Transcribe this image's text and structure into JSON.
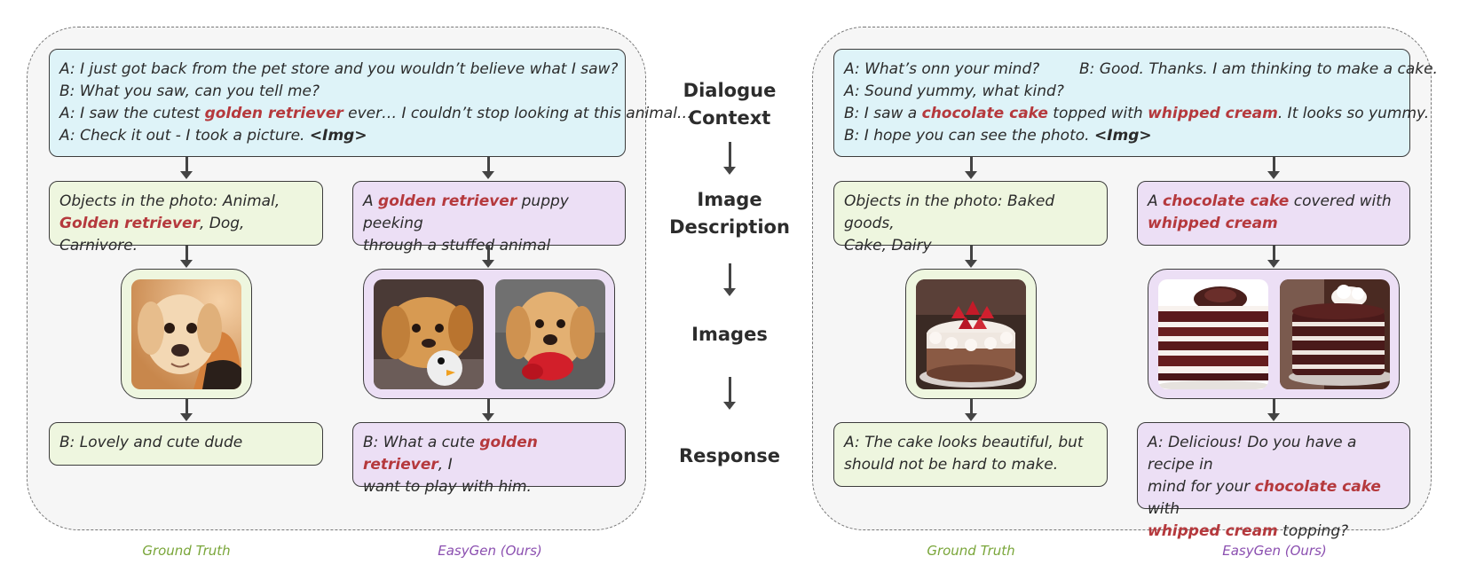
{
  "stages": {
    "dialogue": [
      "Dialogue",
      "Context"
    ],
    "description": [
      "Image",
      "Description"
    ],
    "images": "Images",
    "response": "Response"
  },
  "left": {
    "context": [
      [
        {
          "t": "A: I just got back from the pet store and you wouldn’t believe what I saw?"
        }
      ],
      [
        {
          "t": "B: What you saw, can you tell me?"
        }
      ],
      [
        {
          "t": "A: I saw the cutest "
        },
        {
          "t": "golden retriever",
          "s": "hl"
        },
        {
          "t": " ever… I couldn’t stop looking at this animal…"
        }
      ],
      [
        {
          "t": "A: Check it out - I took a picture. "
        },
        {
          "t": "<Img>",
          "s": "bold"
        }
      ]
    ],
    "gt_description": [
      {
        "t": "Objects in the photo: Animal, "
      },
      {
        "br": true
      },
      {
        "t": "Golden retriever",
        "s": "hl"
      },
      {
        "t": ", Dog, Carnivore."
      }
    ],
    "ours_description": [
      {
        "t": "A "
      },
      {
        "t": "golden retriever",
        "s": "hl"
      },
      {
        "t": " puppy peeking "
      },
      {
        "br": true
      },
      {
        "t": "through a stuffed animal"
      }
    ],
    "gt_response": [
      {
        "t": "B: Lovely and cute dude"
      }
    ],
    "ours_response": [
      {
        "t": "B: What a cute "
      },
      {
        "t": "golden retriever",
        "s": "hl"
      },
      {
        "t": ", I "
      },
      {
        "br": true
      },
      {
        "t": "want to play with him."
      }
    ],
    "gt_images": [
      "dog-photo"
    ],
    "ours_images": [
      "dog-plush-photo",
      "dog-toy-photo"
    ]
  },
  "right": {
    "context_rows": [
      {
        "left": [
          {
            "t": "A: What’s onn your mind?"
          }
        ],
        "right": [
          {
            "t": "B: Good. Thanks. I am thinking to make a cake."
          }
        ]
      },
      {
        "left": [
          {
            "t": "A: Sound yummy, what kind?"
          }
        ]
      },
      {
        "left": [
          {
            "t": "B: I saw a "
          },
          {
            "t": "chocolate cake",
            "s": "hl"
          },
          {
            "t": " topped with "
          },
          {
            "t": "whipped cream",
            "s": "hl"
          },
          {
            "t": ". It looks so yummy."
          }
        ]
      },
      {
        "left": [
          {
            "t": "B: I hope you can see the photo. "
          },
          {
            "t": "<Img>",
            "s": "bold"
          }
        ]
      }
    ],
    "gt_description": [
      {
        "t": "Objects in the photo: Baked goods, "
      },
      {
        "br": true
      },
      {
        "t": "Cake, Dairy"
      }
    ],
    "ours_description": [
      {
        "t": "A "
      },
      {
        "t": "chocolate cake",
        "s": "hl"
      },
      {
        "t": " covered with "
      },
      {
        "br": true
      },
      {
        "t": "whipped cream",
        "s": "hl"
      }
    ],
    "gt_response": [
      {
        "t": "A: The cake looks beautiful, but "
      },
      {
        "br": true
      },
      {
        "t": "should not be hard to make."
      }
    ],
    "ours_response": [
      {
        "t": "A: Delicious! Do you have a recipe in "
      },
      {
        "br": true
      },
      {
        "t": "mind for your "
      },
      {
        "t": "chocolate cake",
        "s": "hl"
      },
      {
        "t": " with "
      },
      {
        "br": true
      },
      {
        "t": "whipped cream",
        "s": "hl"
      },
      {
        "t": " topping?"
      }
    ],
    "gt_images": [
      "strawberry-cake-photo"
    ],
    "ours_images": [
      "layer-cake-photo-1",
      "layer-cake-photo-2"
    ]
  },
  "captions": {
    "ground_truth": "Ground Truth",
    "ours": "EasyGen (Ours)"
  },
  "colors": {
    "highlight": "#b5393d",
    "context_bg": "#def3f8",
    "ground_truth_bg": "#eef6df",
    "ours_bg": "#ecdff5",
    "ground_truth_caption": "#7aa63a",
    "ours_caption": "#8b4fb0"
  }
}
